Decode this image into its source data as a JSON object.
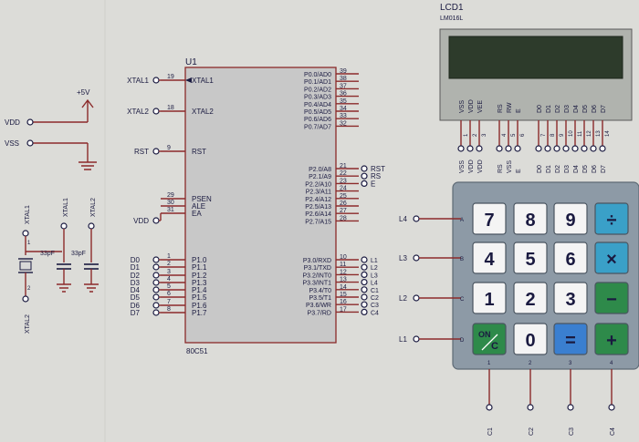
{
  "lcd": {
    "ref": "LCD1",
    "part": "LM016L",
    "pins": [
      "VSS",
      "VDD",
      "VEE",
      "RS",
      "RW",
      "E",
      "D0",
      "D1",
      "D2",
      "D3",
      "D4",
      "D5",
      "D6",
      "D7"
    ],
    "pin_numbers": [
      "1",
      "2",
      "3",
      "4",
      "5",
      "6",
      "7",
      "8",
      "9",
      "10",
      "11",
      "12",
      "13",
      "14"
    ],
    "net_labels": [
      "VSS",
      "VDD",
      "VDD",
      "RS",
      "VSS",
      "E",
      "D0",
      "D1",
      "D2",
      "D3",
      "D4",
      "D5",
      "D6",
      "D7"
    ]
  },
  "mcu": {
    "ref": "U1",
    "part": "80C51",
    "left_pins": [
      {
        "name": "XTAL1",
        "num": "19"
      },
      {
        "name": "XTAL2",
        "num": "18"
      },
      {
        "name": "RST",
        "num": "9"
      },
      {
        "name": "PSEN",
        "num": "29"
      },
      {
        "name": "ALE",
        "num": "30"
      },
      {
        "name": "EA",
        "num": "31"
      },
      {
        "name": "P1.0",
        "num": "1"
      },
      {
        "name": "P1.1",
        "num": "2"
      },
      {
        "name": "P1.2",
        "num": "3"
      },
      {
        "name": "P1.3",
        "num": "4"
      },
      {
        "name": "P1.4",
        "num": "5"
      },
      {
        "name": "P1.5",
        "num": "6"
      },
      {
        "name": "P1.6",
        "num": "7"
      },
      {
        "name": "P1.7",
        "num": "8"
      }
    ],
    "p0_pins": [
      {
        "name": "P0.0/AD0",
        "num": "39"
      },
      {
        "name": "P0.1/AD1",
        "num": "38"
      },
      {
        "name": "P0.2/AD2",
        "num": "37"
      },
      {
        "name": "P0.3/AD3",
        "num": "36"
      },
      {
        "name": "P0.4/AD4",
        "num": "35"
      },
      {
        "name": "P0.5/AD5",
        "num": "34"
      },
      {
        "name": "P0.6/AD6",
        "num": "33"
      },
      {
        "name": "P0.7/AD7",
        "num": "32"
      }
    ],
    "p2_pins": [
      {
        "name": "P2.0/A8",
        "num": "21"
      },
      {
        "name": "P2.1/A9",
        "num": "22"
      },
      {
        "name": "P2.2/A10",
        "num": "23"
      },
      {
        "name": "P2.3/A11",
        "num": "24"
      },
      {
        "name": "P2.4/A12",
        "num": "25"
      },
      {
        "name": "P2.5/A13",
        "num": "26"
      },
      {
        "name": "P2.6/A14",
        "num": "27"
      },
      {
        "name": "P2.7/A15",
        "num": "28"
      }
    ],
    "p3_pins": [
      {
        "name": "P3.0/RXD",
        "num": "10"
      },
      {
        "name": "P3.1/TXD",
        "num": "11"
      },
      {
        "name": "P3.2/INT0",
        "num": "12"
      },
      {
        "name": "P3.3/INT1",
        "num": "13"
      },
      {
        "name": "P3.4/T0",
        "num": "14"
      },
      {
        "name": "P3.5/T1",
        "num": "15"
      },
      {
        "name": "P3.6/WR",
        "num": "16"
      },
      {
        "name": "P3.7/RD",
        "num": "17"
      }
    ]
  },
  "left_nets": {
    "xtal1": "XTAL1",
    "xtal2": "XTAL2",
    "rst": "RST",
    "vdd": "VDD",
    "d_labels": [
      "D0",
      "D1",
      "D2",
      "D3",
      "D4",
      "D5",
      "D6",
      "D7"
    ]
  },
  "power": {
    "plus5v": "+5V",
    "vdd": "VDD",
    "vss": "VSS"
  },
  "crystal": {
    "xtal1_label": "XTAL1",
    "xtal2_label": "XTAL2",
    "cap1_value": "33pF",
    "cap2_value": "33pF",
    "pin1": "1",
    "pin2": "2",
    "cap_xtal1_label": "XTAL1",
    "cap_xtal2_label": "XTAL2"
  },
  "p2_nets": [
    "RST",
    "RS",
    "E"
  ],
  "p3_nets": [
    "L1",
    "L2",
    "L3",
    "L4",
    "C1",
    "C2",
    "C3",
    "C4"
  ],
  "keypad": {
    "row_nets": [
      "L4",
      "L3",
      "L2",
      "L1"
    ],
    "row_letters": [
      "A",
      "B",
      "C",
      "D"
    ],
    "col_numbers": [
      "1",
      "2",
      "3",
      "4"
    ],
    "col_nets": [
      "C1",
      "C2",
      "C3",
      "C4"
    ],
    "keys": [
      [
        "7",
        "8",
        "9",
        "÷"
      ],
      [
        "4",
        "5",
        "6",
        "×"
      ],
      [
        "1",
        "2",
        "3",
        "−"
      ],
      [
        "ON/C",
        "0",
        "=",
        "+"
      ]
    ],
    "key_colors": {
      "digit": "#f4f4f4",
      "divide": "#3aa0c8",
      "multiply": "#3aa0c8",
      "minus": "#2e8a4a",
      "plus": "#2e8a4a",
      "equals": "#3a7fd0",
      "on": "#2e8a4a"
    }
  }
}
